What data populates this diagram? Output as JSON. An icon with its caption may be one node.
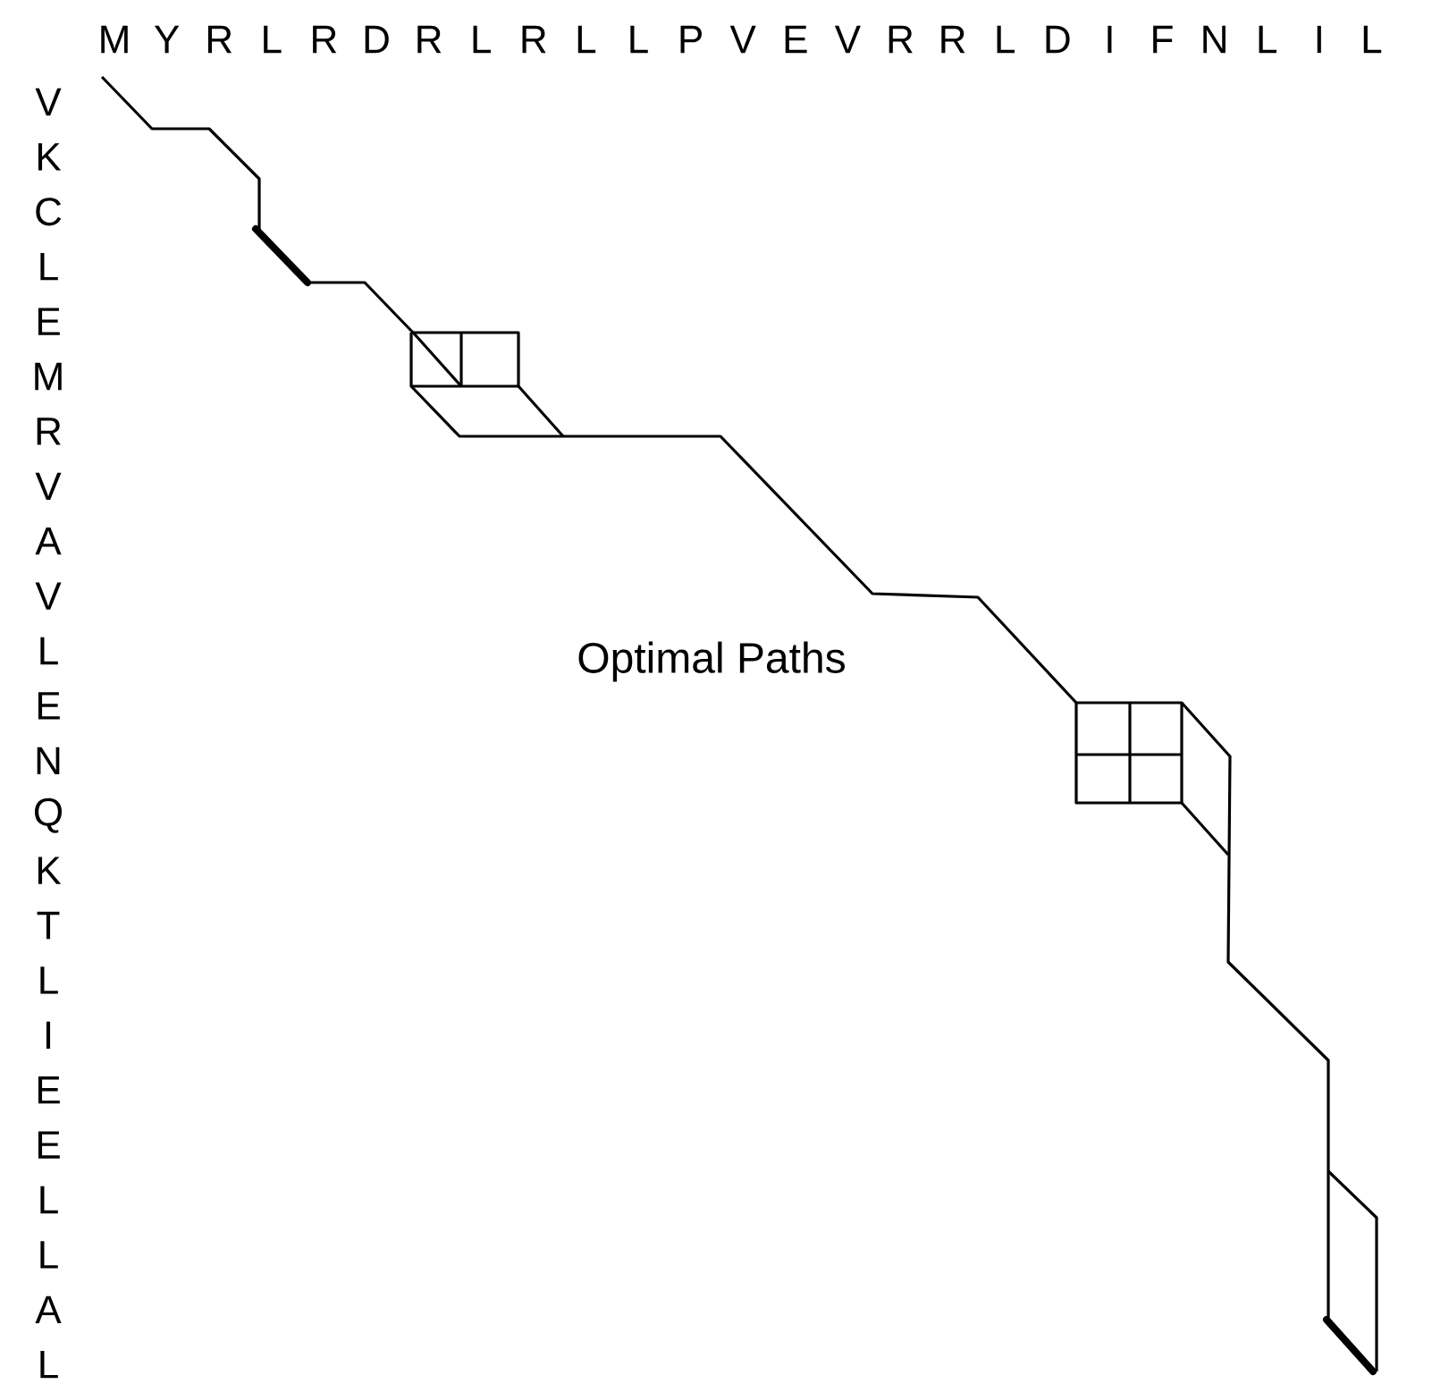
{
  "diagram": {
    "labels": [
      "M",
      "Y",
      "R",
      "L",
      "R",
      "D",
      "R",
      "L",
      "R",
      "L",
      "L",
      "P",
      "V",
      "E",
      "V",
      "R",
      "R",
      "L",
      "D",
      "I",
      "F",
      "N",
      "L",
      "I",
      "L",
      "V",
      "K",
      "C",
      "L",
      "E",
      "M",
      "R",
      "V",
      "A",
      "V",
      "L",
      "E",
      "N",
      "Q",
      "K",
      "T",
      "L",
      "I",
      "E",
      "E",
      "L",
      "L",
      "A",
      "L",
      "Optimal Paths"
    ]
  }
}
